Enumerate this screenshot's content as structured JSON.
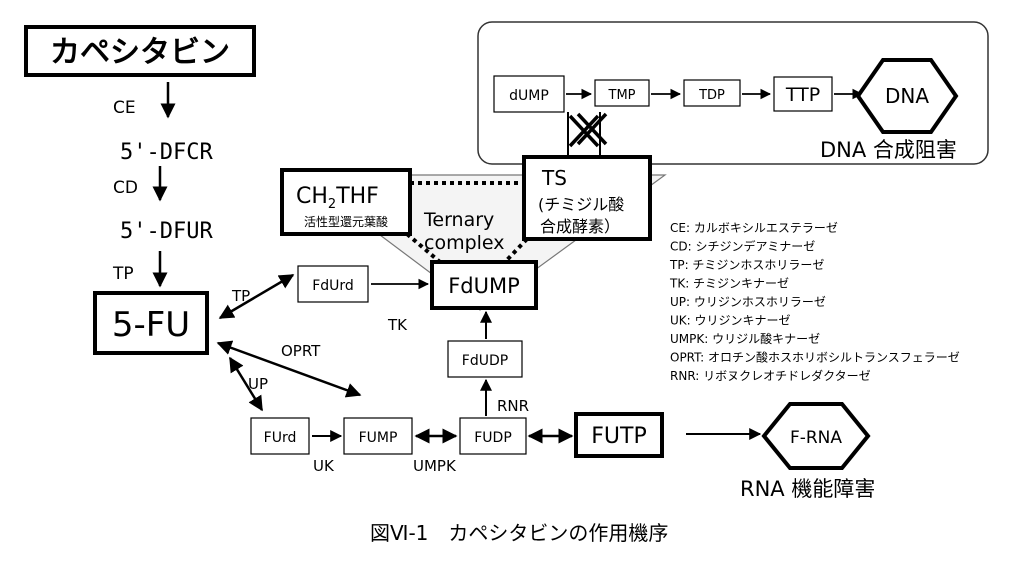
{
  "caption": "図Ⅵ-1　カペシタビンの作用機序",
  "nodes": {
    "capecitabine": "カペシタビン",
    "dfcr": "5'-DFCR",
    "dfur": "5'-DFUR",
    "fu5": "5-FU",
    "fdurd": "FdUrd",
    "fdump": "FdUMP",
    "fdudp": "FdUDP",
    "furd": "FUrd",
    "fump": "FUMP",
    "fudp": "FUDP",
    "futp": "FUTP",
    "frna": "F-RNA",
    "dump": "dUMP",
    "tmp": "TMP",
    "tdp": "TDP",
    "ttp": "TTP",
    "dna": "DNA",
    "ch2thf_main": "CH",
    "ch2thf_sub": "2",
    "ch2thf_end": "THF",
    "ch2thf_desc": "活性型還元葉酸",
    "ts_title": "TS",
    "ts_line1": "(チミジル酸",
    "ts_line2": "合成酵素）"
  },
  "labels": {
    "ce": "CE",
    "cd": "CD",
    "tp1": "TP",
    "tp2": "TP",
    "tk": "TK",
    "oprt": "OPRT",
    "up": "UP",
    "uk": "UK",
    "umpk": "UMPK",
    "rnr": "RNR",
    "ternary1": "Ternary",
    "ternary2": "complex",
    "dna_inhibit": "DNA 合成阻害",
    "rna_inhibit": "RNA 機能障害"
  },
  "legend": [
    "CE: カルボキシルエステラーゼ",
    "CD: シチジンデアミナーゼ",
    "TP: チミジンホスホリラーゼ",
    "TK: チミジンキナーゼ",
    "UP: ウリジンホスホリラーゼ",
    "UK: ウリジンキナーゼ",
    "UMPK: ウリジル酸キナーゼ",
    "OPRT: オロチン酸ホスホリボシルトランスフェラーゼ",
    "RNR: リボヌクレオチドレダクターゼ"
  ]
}
